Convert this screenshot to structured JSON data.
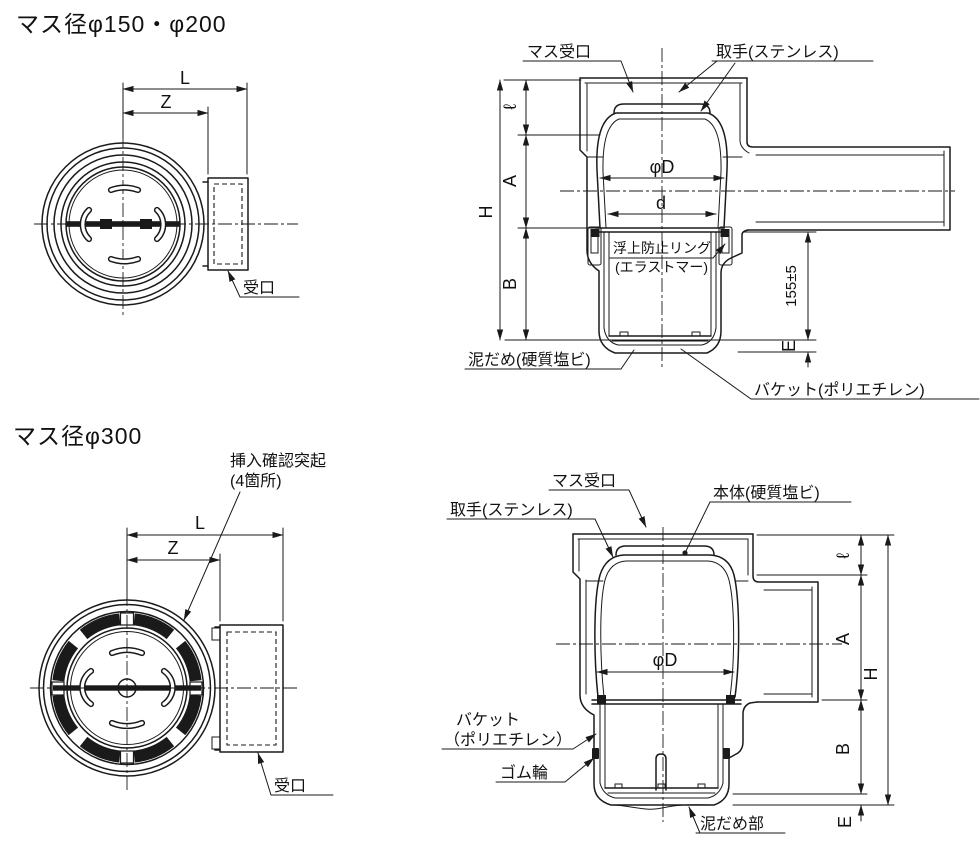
{
  "drawing": {
    "variant_150_200": {
      "title": "マス径φ150・φ200",
      "plan": {
        "dim_L": "L",
        "dim_Z": "Z",
        "label_socket": "受口"
      },
      "section": {
        "label_receiver": "マス受口",
        "label_handle": "取手(ステンレス)",
        "dim_phi_D": "φD",
        "dim_d": "d",
        "label_float_ring_line1": "浮上防止リング",
        "label_float_ring_line2": "(エラストマー)",
        "dim_155": "155±5",
        "dim_l": "ℓ",
        "dim_A": "A",
        "dim_B": "B",
        "dim_H": "H",
        "dim_E": "E",
        "label_mud_trap": "泥だめ(硬質塩ビ)",
        "label_bucket": "バケット(ポリエチレン)"
      }
    },
    "variant_300": {
      "title": "マス径φ300",
      "plan": {
        "label_protrusion_line1": "挿入確認突起",
        "label_protrusion_line2": "(4箇所)",
        "dim_L": "L",
        "dim_Z": "Z",
        "label_socket": "受口"
      },
      "section": {
        "label_receiver": "マス受口",
        "label_body": "本体(硬質塩ビ)",
        "label_handle": "取手(ステンレス)",
        "dim_phi_D": "φD",
        "label_bucket_line1": "バケット",
        "label_bucket_line2": "（ポリエチレン）",
        "label_rubber_ring": "ゴム輪",
        "label_mud_trap": "泥だめ部",
        "dim_l": "ℓ",
        "dim_A": "A",
        "dim_B": "B",
        "dim_H": "H",
        "dim_E": "E"
      }
    }
  }
}
